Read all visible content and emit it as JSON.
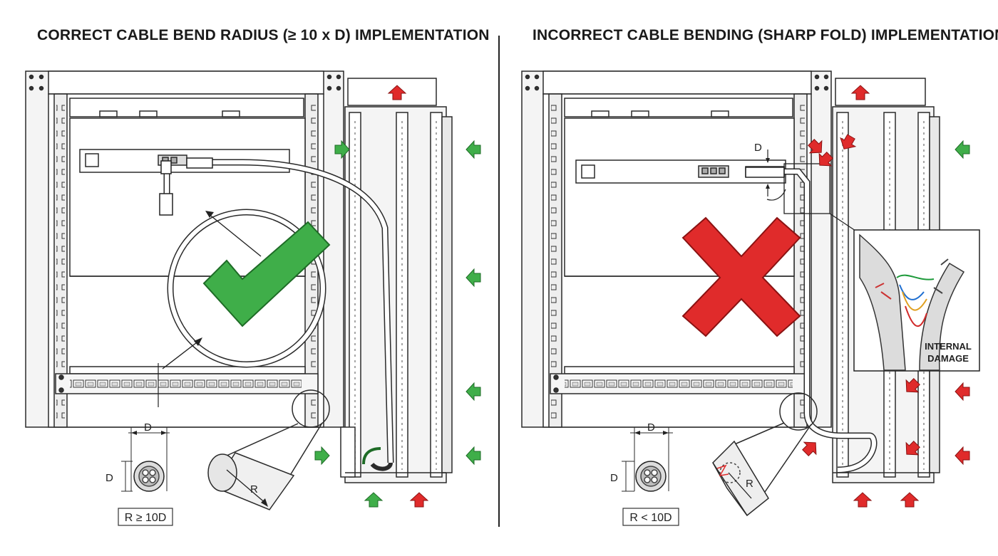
{
  "left_panel": {
    "title": "CORRECT CABLE BEND RADIUS (≥ 10 x D) IMPLEMENTATION",
    "diameter_label_top": "D",
    "diameter_label_side": "D",
    "radius_label": "R",
    "rule_label": "R ≥ 10D",
    "verdict_icon": "green-checkmark-icon"
  },
  "right_panel": {
    "title": "INCORRECT CABLE BENDING (SHARP FOLD) IMPLEMENTATION",
    "diameter_label_top": "D",
    "diameter_label_side": "D",
    "radius_label": "R",
    "rule_label": "R < 10D",
    "callout_d_label": "D",
    "damage_label_line1": "INTERNAL",
    "damage_label_line2": "DAMAGE",
    "verdict_icon": "red-x-icon"
  },
  "colors": {
    "good": "#3fae49",
    "bad": "#e02b2b",
    "line": "#2a2a2a",
    "panel_fill": "#f3f3f3",
    "background": "#ffffff"
  }
}
